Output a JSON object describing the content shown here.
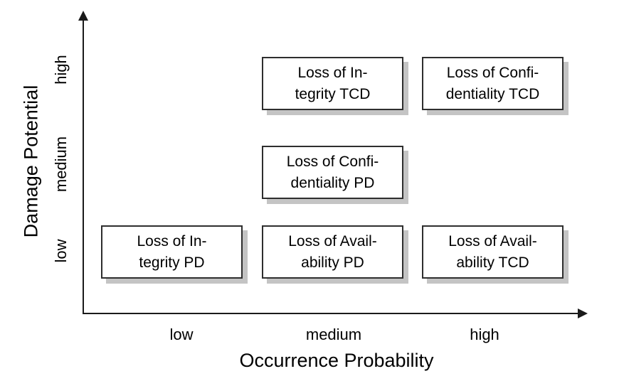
{
  "figure": {
    "background": "#ffffff",
    "axis_color": "#1a1a1a",
    "box_border_color": "#2e2e2e",
    "box_fill_color": "#ffffff",
    "box_shadow_color": "#c4c4c4",
    "text_color": "#000000"
  },
  "chart_data": {
    "type": "scatter",
    "title": "",
    "xlabel": "Occurrence Probability",
    "ylabel": "Damage Potential",
    "x_tick_labels": [
      "low",
      "medium",
      "high"
    ],
    "y_tick_labels": [
      "low",
      "medium",
      "high"
    ],
    "x_axis_categories": [
      "low",
      "medium",
      "high"
    ],
    "y_axis_categories": [
      "low",
      "medium",
      "high"
    ],
    "grid": false,
    "legend": false,
    "points": [
      {
        "label": "Loss of Integrity TCD",
        "x": "medium",
        "y": "high",
        "lines": [
          "Loss of In-",
          "tegrity TCD"
        ]
      },
      {
        "label": "Loss of Confidentiality TCD",
        "x": "high",
        "y": "high",
        "lines": [
          "Loss of Confi-",
          "dentiality TCD"
        ]
      },
      {
        "label": "Loss of Confidentiality PD",
        "x": "medium",
        "y": "medium",
        "lines": [
          "Loss of Confi-",
          "dentiality PD"
        ]
      },
      {
        "label": "Loss of Integrity PD",
        "x": "low",
        "y": "low",
        "lines": [
          "Loss of In-",
          "tegrity PD"
        ]
      },
      {
        "label": "Loss of Availability PD",
        "x": "medium",
        "y": "low",
        "lines": [
          "Loss of Avail-",
          "ability PD"
        ]
      },
      {
        "label": "Loss of Availability TCD",
        "x": "high",
        "y": "low",
        "lines": [
          "Loss of Avail-",
          "ability TCD"
        ]
      }
    ]
  }
}
